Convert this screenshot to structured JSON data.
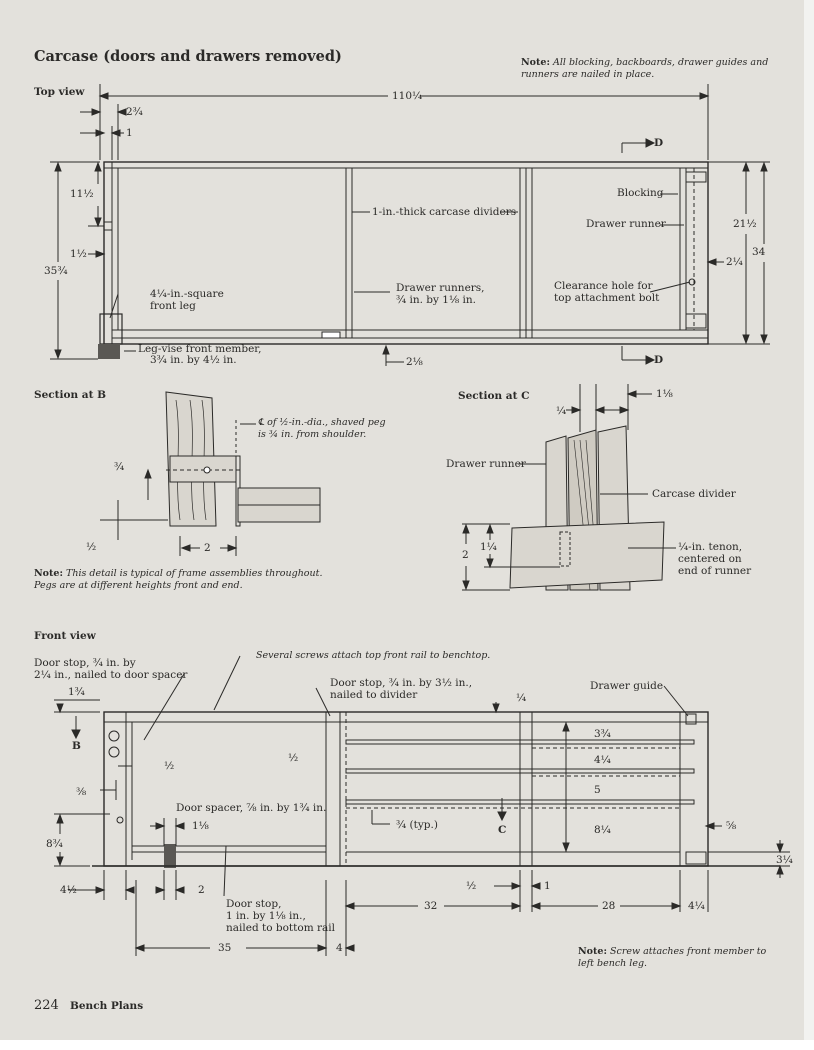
{
  "title": "Carcase (doors and drawers removed)",
  "note_top": {
    "lead": "Note:",
    "text": "All blocking, backboards, drawer guides and",
    "text2": "runners are nailed in place."
  },
  "top_view": {
    "heading": "Top view",
    "dims": {
      "overall": "110¼",
      "d2_3_4": "2¾",
      "d1": "1",
      "d11_1_2": "11½",
      "d1_1_2": "1½",
      "d35_3_4": "35¾",
      "d21_1_2": "21½",
      "d34": "34",
      "d2_1_4": "2¼",
      "d2_1_8": "2⅛"
    },
    "section_mark": "D",
    "labels": {
      "blocking": "Blocking",
      "drawer_runner": "Drawer runner",
      "dividers": "1-in.-thick carcase dividers",
      "runners_1": "Drawer runners,",
      "runners_2": "¾ in. by 1⅛ in.",
      "clearance_1": "Clearance hole for",
      "clearance_2": "top attachment bolt",
      "leg_1": "4¼-in.-square",
      "leg_2": "front leg",
      "legvise_1": "Leg-vise front member,",
      "legvise_2": "3¾ in. by 4½ in."
    }
  },
  "section_b": {
    "heading": "Section at B",
    "peg_1": "℄ of ½-in.-dia., shaved peg",
    "peg_2": "is ¾ in. from shoulder.",
    "d3_4": "¾",
    "d1_2": "½",
    "d2": "2",
    "note_lead": "Note:",
    "note_1": "This detail is typical of frame assemblies throughout.",
    "note_2": "Pegs are at different heights front and end."
  },
  "section_c": {
    "heading": "Section at C",
    "d1_4": "¼",
    "d1_1_8": "1⅛",
    "d1_1_4": "1¼",
    "d2": "2",
    "drawer_runner": "Drawer runner",
    "carcase_divider": "Carcase divider",
    "tenon_1": "¼-in. tenon,",
    "tenon_2": "centered on",
    "tenon_3": "end of runner"
  },
  "front_view": {
    "heading": "Front view",
    "screws": "Several screws attach top front rail to benchtop.",
    "doorstop_a_1": "Door stop, ¾ in. by",
    "doorstop_a_2": "2¼ in., nailed to door spacer",
    "doorstop_b_1": "Door stop, ¾ in. by 3½ in.,",
    "doorstop_b_2": "nailed to divider",
    "drawer_guide": "Drawer guide",
    "door_spacer": "Door spacer, ⅞ in. by 1¾ in.",
    "typ": "¾ (typ.)",
    "doorstop_c_1": "Door stop,",
    "doorstop_c_2": "1 in. by 1⅛ in.,",
    "doorstop_c_3": "nailed to bottom rail",
    "mark_b": "B",
    "mark_c": "C",
    "dims": {
      "d1_3_4": "1¾",
      "d1_2a": "½",
      "d3_8": "⅜",
      "d1_1_8": "1⅛",
      "d8_3_4": "8¾",
      "d4_1_2": "4½",
      "d2": "2",
      "d1_2b": "½",
      "d1_4": "¼",
      "d3_3_4": "3¾",
      "d4_1_4": "4¼",
      "d5": "5",
      "d8_1_4": "8¼",
      "d5_8": "⅝",
      "d3_1_4": "3¼",
      "d1_2c": "½",
      "d1": "1",
      "d32": "32",
      "d28": "28",
      "d4_1_4b": "4¼",
      "d35": "35",
      "d4": "4"
    }
  },
  "note_bottom": {
    "lead": "Note:",
    "text_1": "Screw attaches front member to",
    "text_2": "left bench leg."
  },
  "footer": {
    "page_number": "224",
    "book_section": "Bench Plans"
  }
}
